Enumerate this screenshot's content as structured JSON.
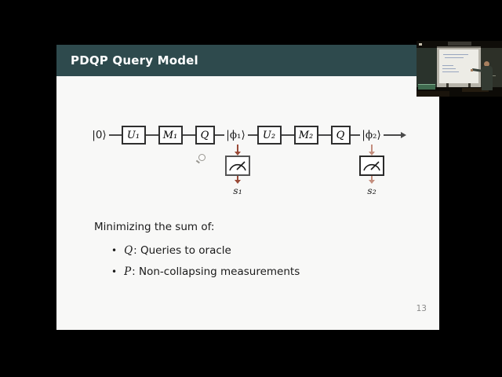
{
  "colors": {
    "header_bg": "#2e4a4d",
    "slide_bg": "#f8f8f7",
    "wire": "#4a4a4a",
    "box_border": "#2f2f2f",
    "arrow_dark": "#9a4a38",
    "arrow_light": "#c48e7e"
  },
  "slide": {
    "title": "PDQP Query Model",
    "page_number": "13",
    "circuit": {
      "input_ket": "|0⟩",
      "gate_u1": "U₁",
      "gate_m1": "M₁",
      "gate_q1": "Q",
      "ket_phi1": "|ϕ₁⟩",
      "gate_u2": "U₂",
      "gate_m2": "M₂",
      "gate_q2": "Q",
      "ket_phi2": "|ϕ₂⟩",
      "meas1_result": "s₁",
      "meas2_result": "s₂"
    },
    "body": {
      "intro": "Minimizing the sum of:",
      "bullet_marker": "•",
      "bullets": [
        {
          "term": "Q",
          "rest": ": Queries to oracle"
        },
        {
          "term": "P",
          "rest": ": Non-collapsing measurements"
        }
      ]
    }
  }
}
